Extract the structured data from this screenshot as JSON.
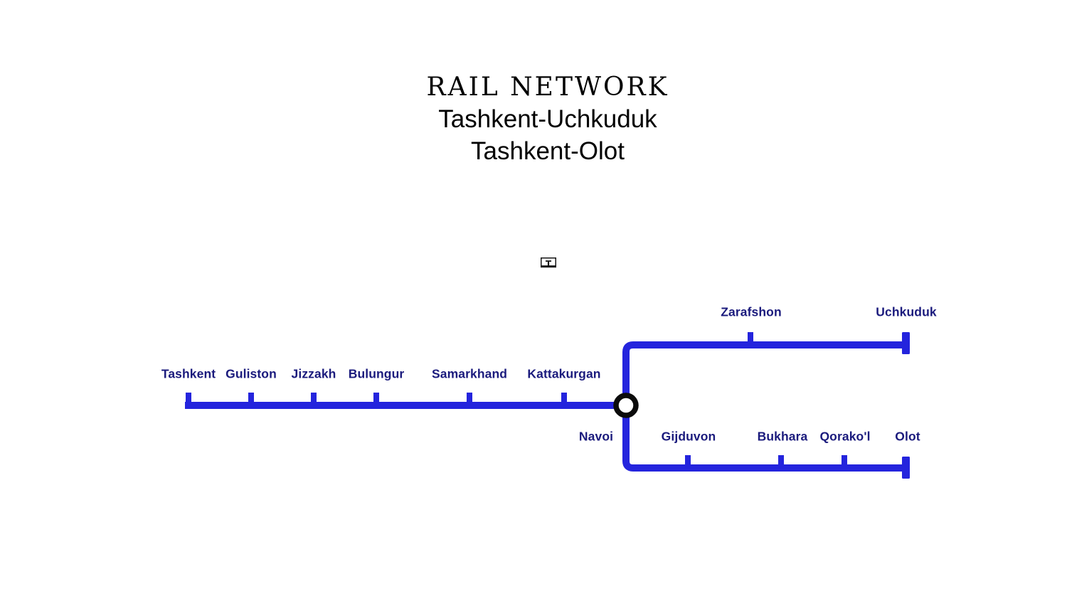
{
  "header": {
    "title": "RAIL NETWORK",
    "subtitle_line1": "Tashkent-Uchkuduk",
    "subtitle_line2": "Tashkent-Olot"
  },
  "map": {
    "main_line": {
      "stations": [
        "Tashkent",
        "Guliston",
        "Jizzakh",
        "Bulungur",
        "Samarkhand",
        "Kattakurgan"
      ]
    },
    "junction_station": "Navoi",
    "north_branch": {
      "stations": [
        "Zarafshon",
        "Uchkuduk"
      ]
    },
    "south_branch": {
      "stations": [
        "Gijduvon",
        "Bukhara",
        "Qorako'l",
        "Olot"
      ]
    },
    "colors": {
      "line": "#2424dd",
      "station_label": "#1b1b7d",
      "junction_ring": "#0b0b0b",
      "background": "#ffffff",
      "title_text": "#000000"
    },
    "icons": {
      "center_glyph": "train-icon"
    }
  }
}
